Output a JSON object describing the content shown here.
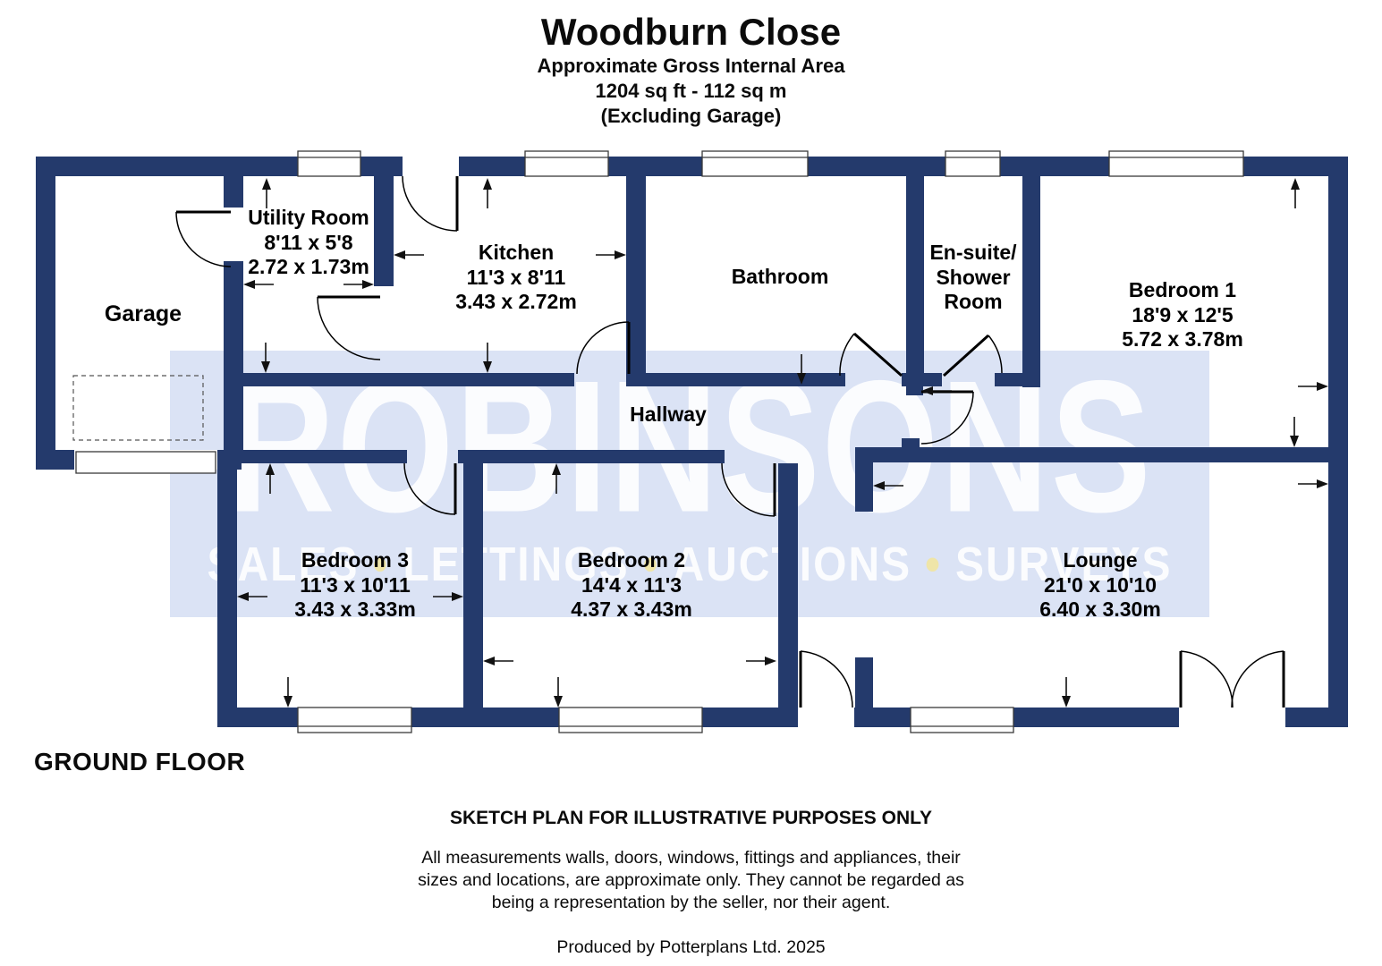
{
  "title": {
    "name": "Woodburn Close",
    "area_label": "Approximate Gross Internal Area",
    "area_value": "1204 sq ft - 112 sq m",
    "area_note": "(Excluding Garage)"
  },
  "rooms": {
    "garage": {
      "name": "Garage"
    },
    "utility": {
      "name": "Utility Room",
      "size_imperial": "8'11 x 5'8",
      "size_metric": "2.72 x 1.73m"
    },
    "kitchen": {
      "name": "Kitchen",
      "size_imperial": "11'3 x 8'11",
      "size_metric": "3.43 x 2.72m"
    },
    "bathroom": {
      "name": "Bathroom"
    },
    "ensuite": {
      "name_line1": "En-suite/",
      "name_line2": "Shower",
      "name_line3": "Room"
    },
    "bedroom1": {
      "name": "Bedroom 1",
      "size_imperial": "18'9 x 12'5",
      "size_metric": "5.72 x 3.78m"
    },
    "hallway": {
      "name": "Hallway"
    },
    "bedroom3": {
      "name": "Bedroom 3",
      "size_imperial": "11'3 x 10'11",
      "size_metric": "3.43 x 3.33m"
    },
    "bedroom2": {
      "name": "Bedroom 2",
      "size_imperial": "14'4 x 11'3",
      "size_metric": "4.37 x 3.43m"
    },
    "lounge": {
      "name": "Lounge",
      "size_imperial": "21'0 x 10'10",
      "size_metric": "6.40 x 3.30m"
    }
  },
  "watermark": {
    "brand": "ROBINSONS",
    "tagline_words": [
      "SALES",
      "LETTINGS",
      "AUCTIONS",
      "SURVEYS"
    ],
    "separator": "•",
    "band_color": "#dbe3f5",
    "letter_color": "#ffffff",
    "dot_color": "#efe5a8"
  },
  "floor_label": "GROUND FLOOR",
  "footer": {
    "heading": "SKETCH PLAN FOR ILLUSTRATIVE PURPOSES ONLY",
    "disclaimer_lines": [
      "All measurements walls, doors, windows, fittings and appliances, their",
      "sizes and locations, are approximate only. They cannot be regarded as",
      "being a representation by the seller, nor their agent."
    ],
    "produced_by": "Produced by Potterplans Ltd. 2025"
  },
  "colors": {
    "wall": "#243a6c"
  }
}
